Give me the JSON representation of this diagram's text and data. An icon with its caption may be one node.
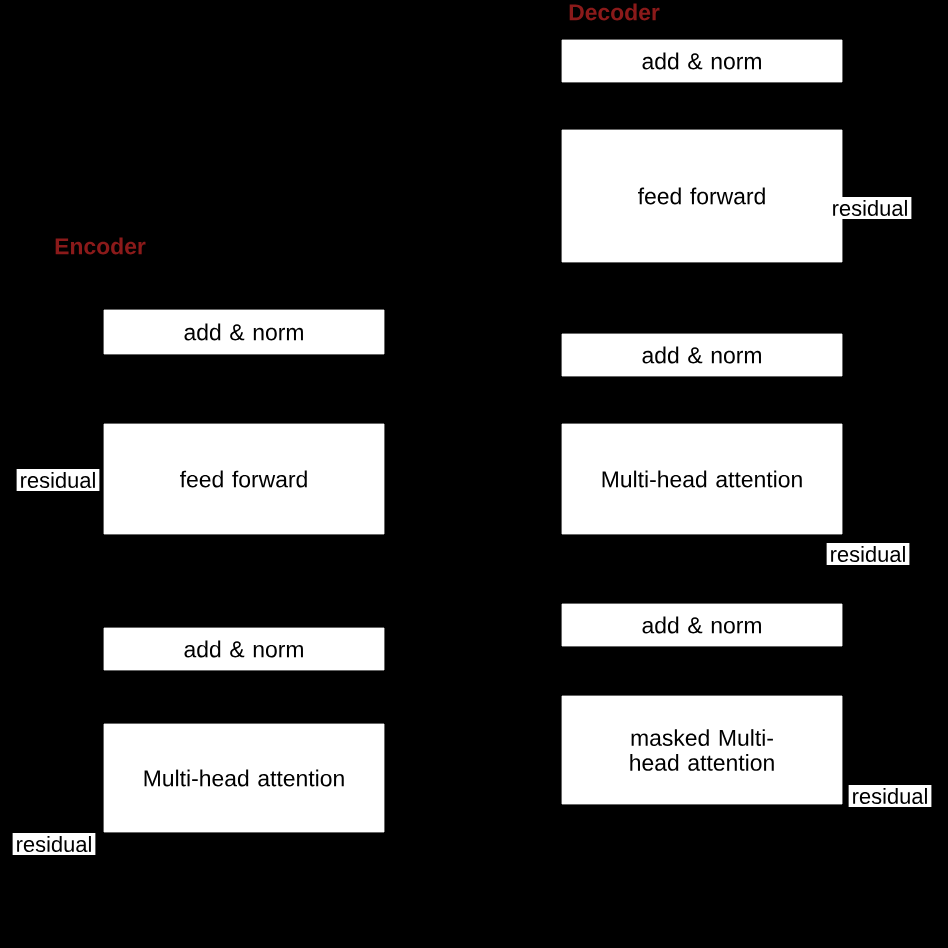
{
  "diagram": {
    "nodes": [
      {
        "text": [
          "add & norm"
        ]
      },
      {
        "text": [
          "feed forward"
        ]
      },
      {
        "text": [
          "add & norm"
        ]
      },
      {
        "text": [
          "Multi-head attention"
        ]
      },
      {
        "text": [
          "add & norm"
        ]
      },
      {
        "text": [
          "feed forward"
        ]
      },
      {
        "text": [
          "add & norm"
        ]
      },
      {
        "text": [
          "Multi-head attention"
        ]
      },
      {
        "text": [
          "add & norm"
        ]
      },
      {
        "text": [
          "masked Multi-head attention"
        ]
      }
    ],
    "labels": [
      "Decoder",
      "Encoder",
      "residual",
      "residual",
      "residual",
      "residual",
      "residual"
    ]
  }
}
